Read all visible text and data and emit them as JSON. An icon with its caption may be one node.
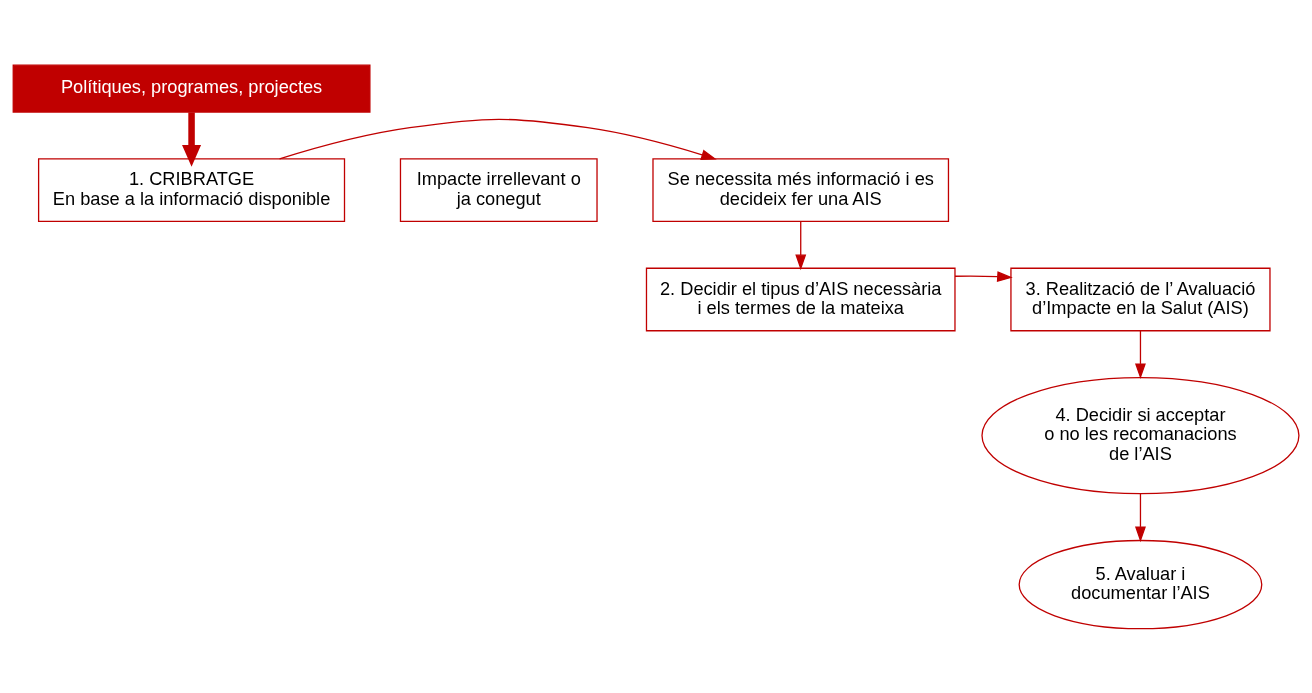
{
  "diagram": {
    "nodes": [
      {
        "text": [
          "Polítiques, programes, projectes"
        ]
      },
      {
        "text": [
          "1. CRIBRATGE",
          "En base a la informació disponible"
        ]
      },
      {
        "text": [
          "Se necessita més informació i es decideix fer una AIS"
        ]
      },
      {
        "text": [
          "Impacte irrellevant o ja conegut"
        ]
      },
      {
        "text": [
          "2. Decidir el tipus d’AIS necessària i els termes de la mateixa"
        ]
      },
      {
        "text": [
          "3. Realització de l’ Avaluació d’Impacte en la Salut (AIS)"
        ]
      },
      {
        "text": [
          "4. Decidir si acceptar o no les recomanacions de l’AIS"
        ]
      },
      {
        "text": [
          "5. Avaluar i documentar l’AIS"
        ]
      }
    ],
    "edges": [
      {
        "from": 0,
        "to": 1,
        "arrow": "to",
        "style": "thick"
      },
      {
        "from": 1,
        "to": 2,
        "arrow": "to"
      },
      {
        "from": 2,
        "to": 4,
        "arrow": "to"
      },
      {
        "from": 4,
        "to": 5,
        "arrow": "to"
      },
      {
        "from": 5,
        "to": 6,
        "arrow": "to"
      },
      {
        "from": 6,
        "to": 7,
        "arrow": "to"
      }
    ]
  }
}
